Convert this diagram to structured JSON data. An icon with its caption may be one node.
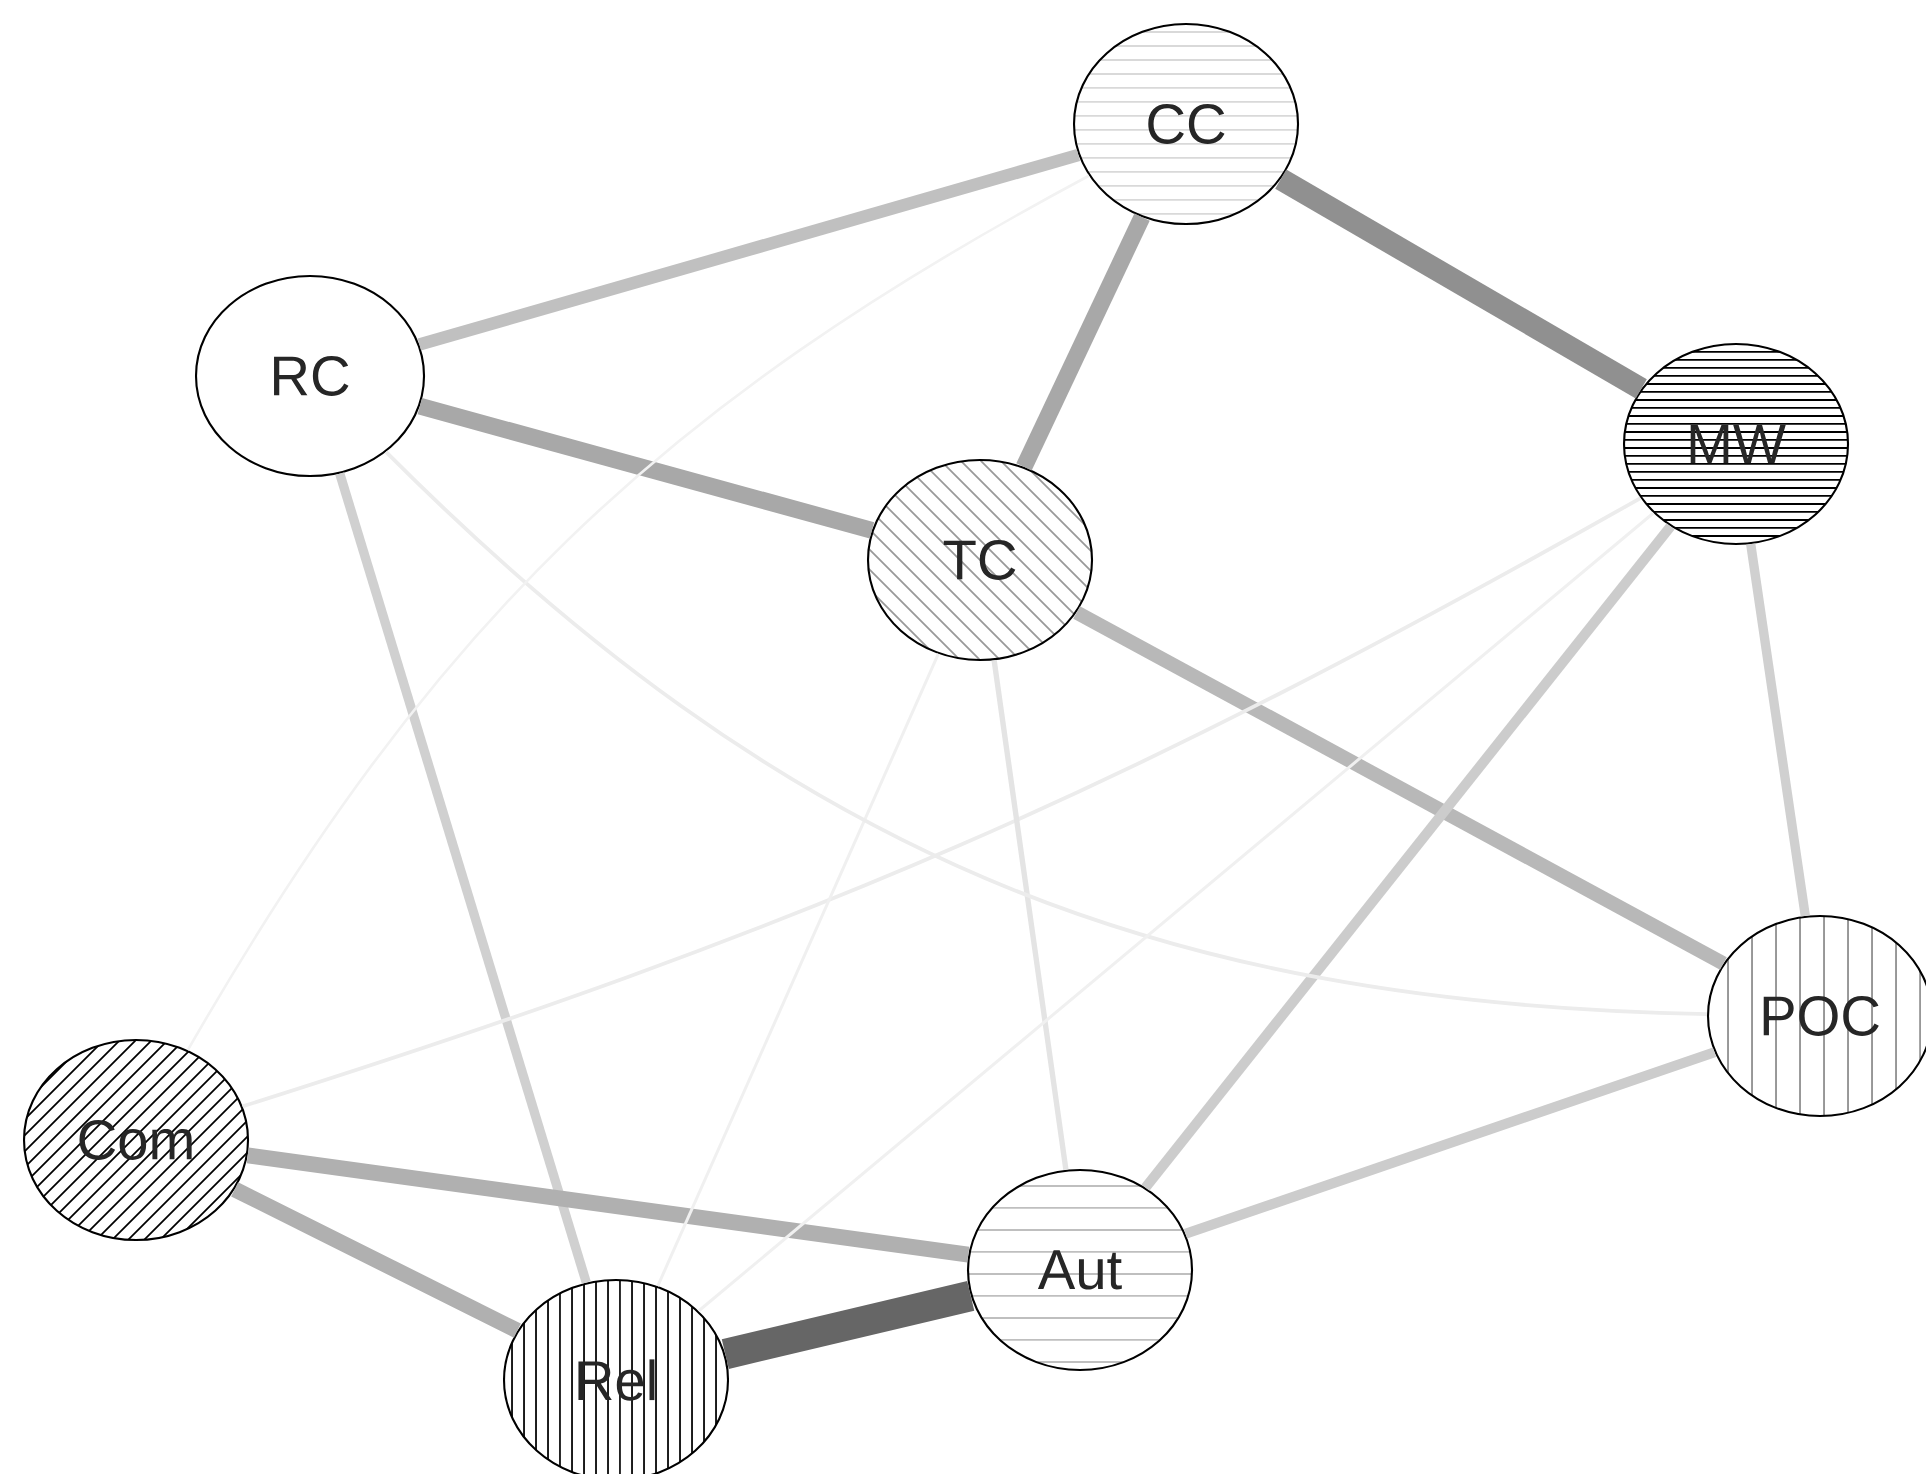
{
  "diagram": {
    "nodes": [
      {
        "text": [
          "CC"
        ]
      },
      {
        "text": [
          "RC"
        ]
      },
      {
        "text": [
          "MW"
        ]
      },
      {
        "text": [
          "TC"
        ]
      },
      {
        "text": [
          "POC"
        ]
      },
      {
        "text": [
          "Com"
        ]
      },
      {
        "text": [
          "Aut"
        ]
      },
      {
        "text": [
          "Rel"
        ]
      }
    ],
    "edges": [
      {
        "from": 1,
        "to": 0,
        "arrow": "none",
        "color": "#c0c0c0"
      },
      {
        "from": 0,
        "to": 3,
        "arrow": "none",
        "color": "#a8a8a8"
      },
      {
        "from": 0,
        "to": 2,
        "arrow": "none",
        "style": "thick",
        "color": "#909090"
      },
      {
        "from": 1,
        "to": 3,
        "arrow": "none",
        "color": "#a8a8a8"
      },
      {
        "from": 1,
        "to": 7,
        "arrow": "none",
        "color": "#d0d0d0"
      },
      {
        "from": 3,
        "to": 4,
        "arrow": "none",
        "color": "#b8b8b8"
      },
      {
        "from": 2,
        "to": 4,
        "arrow": "none",
        "color": "#d0d0d0"
      },
      {
        "from": 2,
        "to": 6,
        "arrow": "none",
        "color": "#cccccc"
      },
      {
        "from": 2,
        "to": 5,
        "arrow": "none",
        "color": "#ececec"
      },
      {
        "from": 4,
        "to": 6,
        "arrow": "none",
        "color": "#cccccc"
      },
      {
        "from": 5,
        "to": 6,
        "arrow": "none",
        "color": "#b0b0b0"
      },
      {
        "from": 5,
        "to": 7,
        "arrow": "none",
        "color": "#b0b0b0"
      },
      {
        "from": 7,
        "to": 6,
        "arrow": "none",
        "style": "thick",
        "color": "#666666"
      },
      {
        "from": 3,
        "to": 6,
        "arrow": "none",
        "color": "#e4e4e4"
      },
      {
        "from": 3,
        "to": 7,
        "arrow": "none",
        "color": "#f0f0f0"
      },
      {
        "from": 1,
        "to": 4,
        "arrow": "none",
        "color": "#ececec"
      },
      {
        "from": 0,
        "to": 5,
        "arrow": "none",
        "color": "#f2f2f2"
      },
      {
        "from": 2,
        "to": 7,
        "arrow": "none",
        "color": "#f0f0f0"
      }
    ]
  }
}
